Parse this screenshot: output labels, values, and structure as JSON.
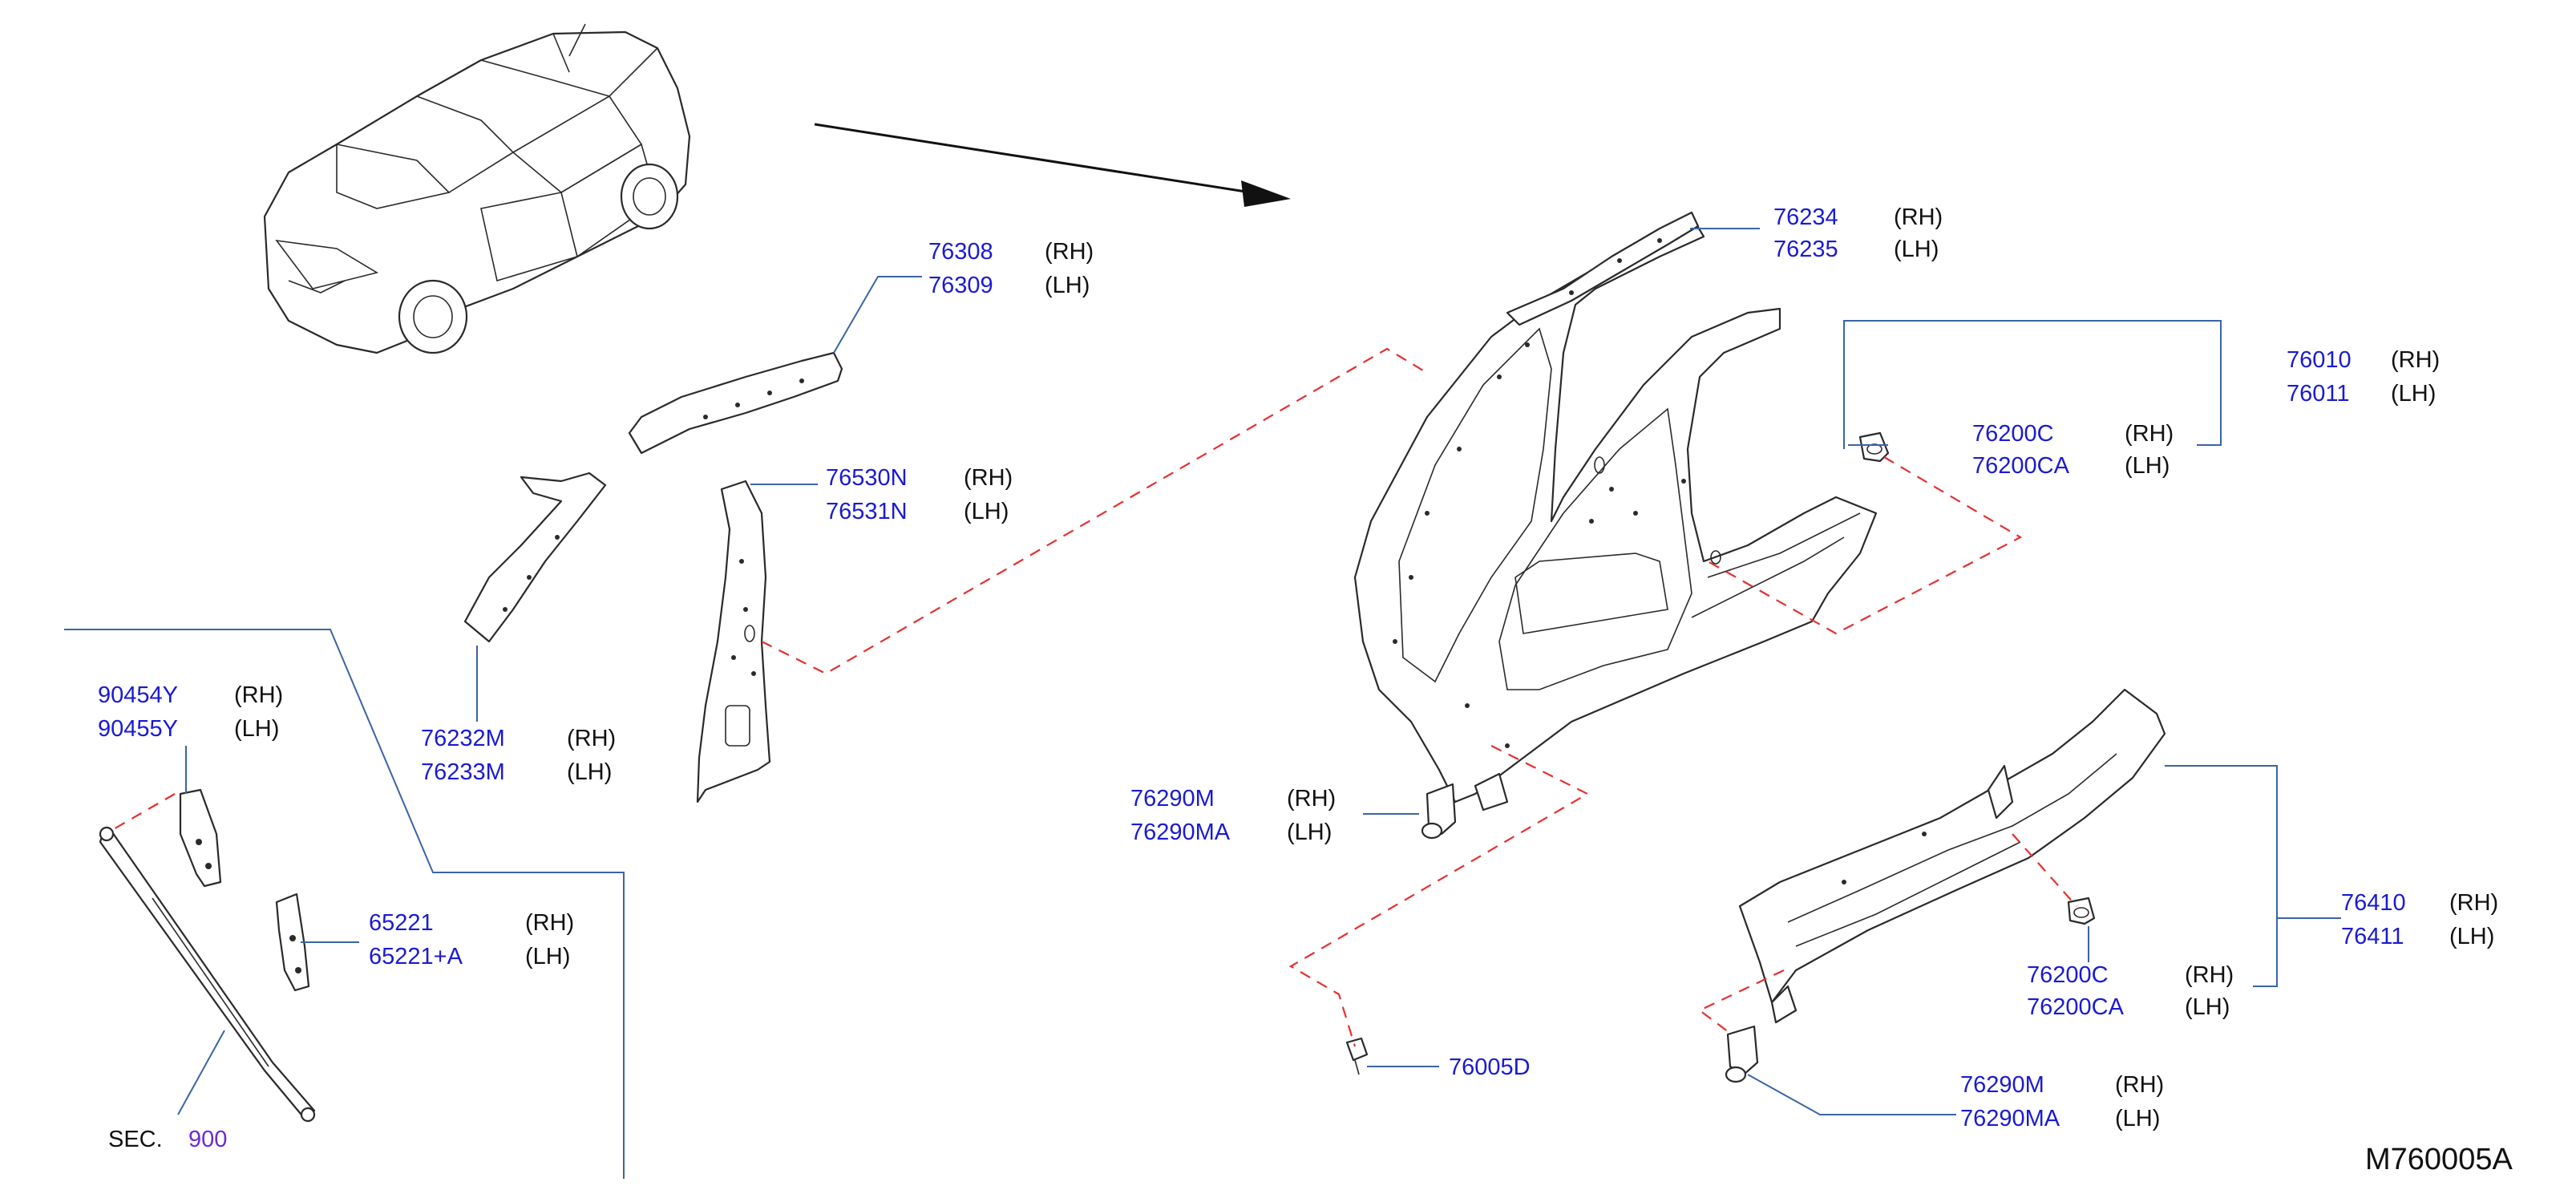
{
  "callouts": {
    "c76308": {
      "num": "76308",
      "side": "(RH)"
    },
    "c76309": {
      "num": "76309",
      "side": "(LH)"
    },
    "c76530N": {
      "num": "76530N",
      "side": "(RH)"
    },
    "c76531N": {
      "num": "76531N",
      "side": "(LH)"
    },
    "c76232M": {
      "num": "76232M",
      "side": "(RH)"
    },
    "c76233M": {
      "num": "76233M",
      "side": "(LH)"
    },
    "c90454Y": {
      "num": "90454Y",
      "side": "(RH)"
    },
    "c90455Y": {
      "num": "90455Y",
      "side": "(LH)"
    },
    "c65221": {
      "num": "65221",
      "side": "(RH)"
    },
    "c65221A": {
      "num": "65221+A",
      "side": "(LH)"
    },
    "c76234": {
      "num": "76234",
      "side": "(RH)"
    },
    "c76235": {
      "num": "76235",
      "side": "(LH)"
    },
    "c76010": {
      "num": "76010",
      "side": "(RH)"
    },
    "c76011": {
      "num": "76011",
      "side": "(LH)"
    },
    "c76200C_a": {
      "num": "76200C",
      "side": "(RH)"
    },
    "c76200CA_a": {
      "num": "76200CA",
      "side": "(LH)"
    },
    "c76290M_a": {
      "num": "76290M",
      "side": "(RH)"
    },
    "c76290MA_a": {
      "num": "76290MA",
      "side": "(LH)"
    },
    "c76410": {
      "num": "76410",
      "side": "(RH)"
    },
    "c76411": {
      "num": "76411",
      "side": "(LH)"
    },
    "c76200C_b": {
      "num": "76200C",
      "side": "(RH)"
    },
    "c76200CA_b": {
      "num": "76200CA",
      "side": "(LH)"
    },
    "c76005D": {
      "num": "76005D"
    },
    "c76290M_b": {
      "num": "76290M",
      "side": "(RH)"
    },
    "c76290MA_b": {
      "num": "76290MA",
      "side": "(LH)"
    }
  },
  "section_ref": {
    "label": "SEC.",
    "number": "900"
  },
  "drawing_code": "M760005A",
  "colors": {
    "part_number": "#1a1ad4",
    "leader_line": "#3a64a6",
    "dashed_guide": "#e53030",
    "section_number": "#6a2bd6"
  }
}
